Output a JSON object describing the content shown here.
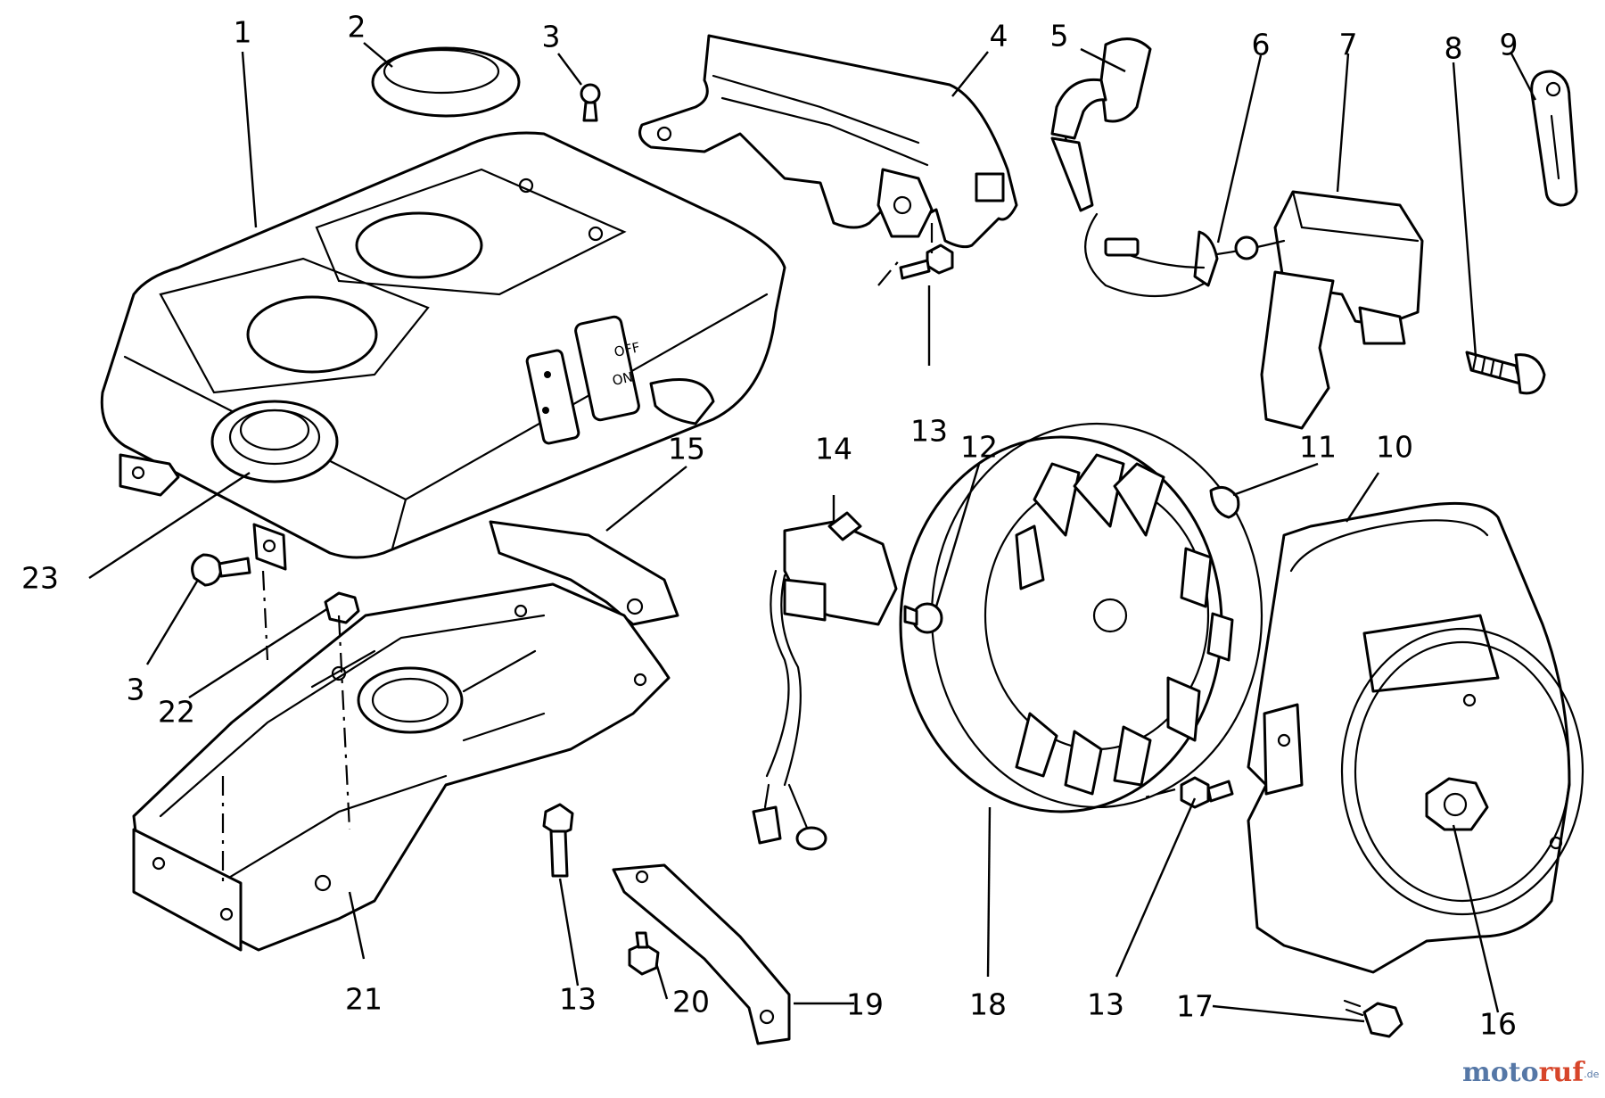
{
  "diagram": {
    "callouts": [
      {
        "id": "c1",
        "label": "1"
      },
      {
        "id": "c2",
        "label": "2"
      },
      {
        "id": "c3a",
        "label": "3"
      },
      {
        "id": "c3b",
        "label": "3"
      },
      {
        "id": "c4",
        "label": "4"
      },
      {
        "id": "c5",
        "label": "5"
      },
      {
        "id": "c6",
        "label": "6"
      },
      {
        "id": "c7",
        "label": "7"
      },
      {
        "id": "c8",
        "label": "8"
      },
      {
        "id": "c9",
        "label": "9"
      },
      {
        "id": "c10",
        "label": "10"
      },
      {
        "id": "c11",
        "label": "11"
      },
      {
        "id": "c12",
        "label": "12"
      },
      {
        "id": "c13a",
        "label": "13"
      },
      {
        "id": "c13b",
        "label": "13"
      },
      {
        "id": "c13c",
        "label": "13"
      },
      {
        "id": "c14",
        "label": "14"
      },
      {
        "id": "c15",
        "label": "15"
      },
      {
        "id": "c16",
        "label": "16"
      },
      {
        "id": "c17",
        "label": "17"
      },
      {
        "id": "c18",
        "label": "18"
      },
      {
        "id": "c19",
        "label": "19"
      },
      {
        "id": "c20",
        "label": "20"
      },
      {
        "id": "c21",
        "label": "21"
      },
      {
        "id": "c22",
        "label": "22"
      },
      {
        "id": "c23",
        "label": "23"
      }
    ],
    "switch_label_off": "OFF",
    "switch_label_on": "ON"
  },
  "watermark": {
    "part1": "moto",
    "part2": "ruf",
    "suffix": ".de"
  }
}
